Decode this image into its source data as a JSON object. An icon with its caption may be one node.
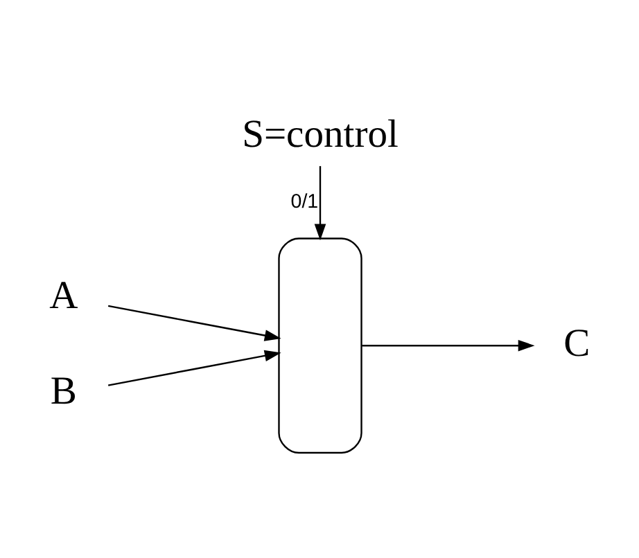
{
  "diagram": {
    "nodes": [
      {
        "text": [
          "S=control"
        ]
      },
      {
        "text": [
          "A"
        ]
      },
      {
        "text": [
          "B"
        ]
      },
      {
        "text": [],
        "shape": "box"
      },
      {
        "text": [
          "C"
        ]
      }
    ],
    "edges": [
      {
        "from": 0,
        "to": 3,
        "arrow": "to",
        "label": "0/1"
      },
      {
        "from": 1,
        "to": 3,
        "arrow": "to"
      },
      {
        "from": 2,
        "to": 3,
        "arrow": "to"
      },
      {
        "from": 3,
        "to": 4,
        "arrow": "to"
      }
    ]
  }
}
